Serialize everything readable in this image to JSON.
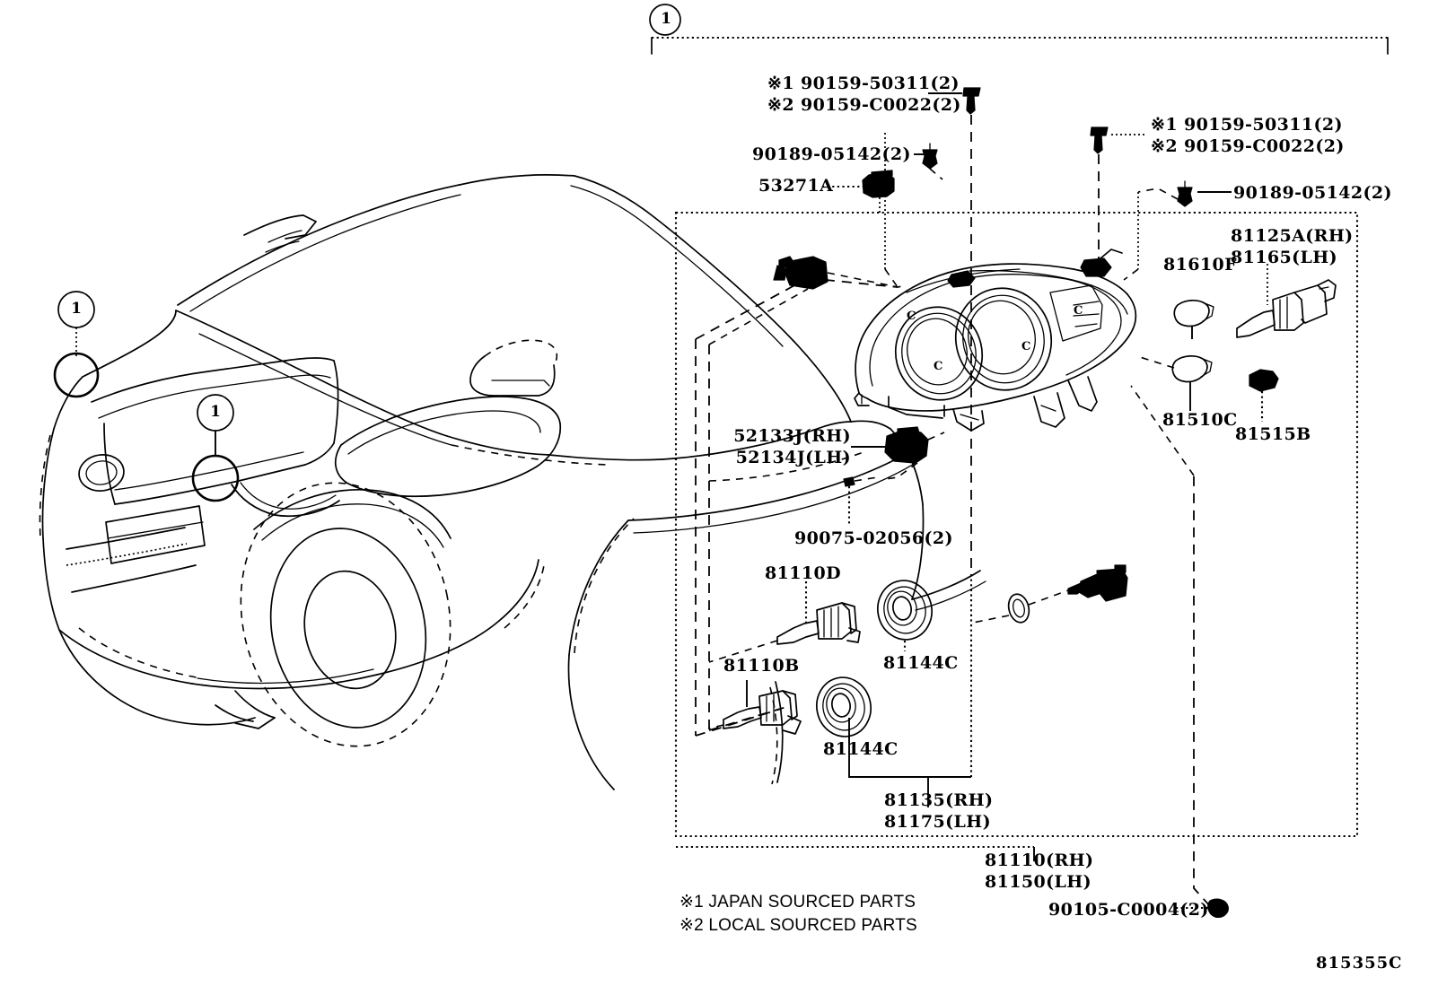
{
  "diagram": {
    "code": "815355C",
    "callout_number": "1",
    "vehicle_view": "front three-quarter left SUV outline",
    "assembly_name": "headlamp assembly"
  },
  "vehicle_callouts": [
    {
      "id": "callout-upper",
      "label": "1"
    },
    {
      "id": "callout-lower",
      "label": "1"
    }
  ],
  "labels": {
    "top_left_screw_line1": "※1 90159-50311(2)",
    "top_left_screw_line2": "※2 90159-C0022(2)",
    "top_left_clip": "90189-05142(2)",
    "top_left_retainer": "53271A",
    "top_right_screw_line1": "※1 90159-50311(2)",
    "top_right_screw_line2": "※2 90159-C0022(2)",
    "top_right_clip": "90189-05142(2)",
    "bulb_socket_rh": "81125A(RH)",
    "bulb_socket_lh": "81165(LH)",
    "cap_81610f": "81610F",
    "cap_81510c": "81510C",
    "nut_81515b": "81515B",
    "adjuster_rh": "52133J(RH)",
    "adjuster_lh": "52134J(LH)",
    "screw_90075": "90075-02056(2)",
    "bulb_81110d": "81110D",
    "bulb_81110b": "81110B",
    "gasket_upper_81144c": "81144C",
    "gasket_lower_81144c": "81144C",
    "unit_rh_81135": "81135(RH)",
    "unit_lh_81175": "81175(LH)",
    "assy_rh_81110": "81110(RH)",
    "assy_lh_81150": "81150(LH)",
    "screw_90105": "90105-C0004(2)"
  },
  "footnotes": [
    "※1 JAPAN SOURCED PARTS",
    "※2 LOCAL SOURCED PARTS"
  ],
  "colors": {
    "line": "#000000",
    "background": "#ffffff"
  }
}
